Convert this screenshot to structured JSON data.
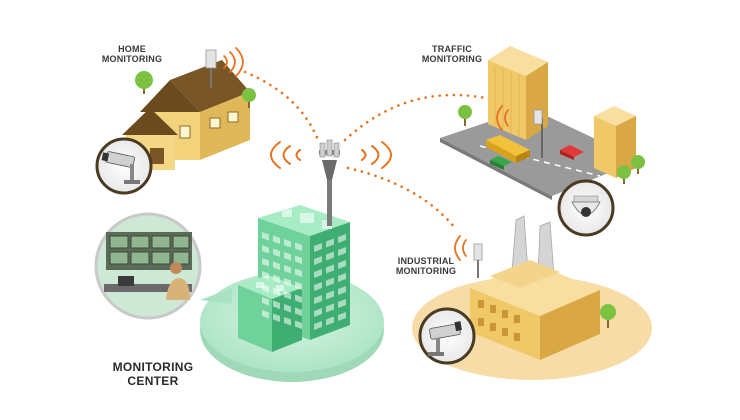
{
  "labels": {
    "home": {
      "line1": "HOME",
      "line2": "MONITORING"
    },
    "traffic": {
      "line1": "TRAFFIC",
      "line2": "MONITORING"
    },
    "industrial": {
      "line1": "INDUSTRIAL",
      "line2": "MONITORING"
    },
    "center": {
      "line1": "MONITORING",
      "line2": "CENTER"
    }
  },
  "colors": {
    "signal": "#e8731e",
    "building_green": "#5fc98c",
    "platform": "#bfead2",
    "beige": "#f0cf7a"
  },
  "icons": [
    "antenna-tower-icon",
    "radio-antenna-icon",
    "cctv-camera-icon",
    "dome-camera-icon",
    "tree-icon"
  ]
}
